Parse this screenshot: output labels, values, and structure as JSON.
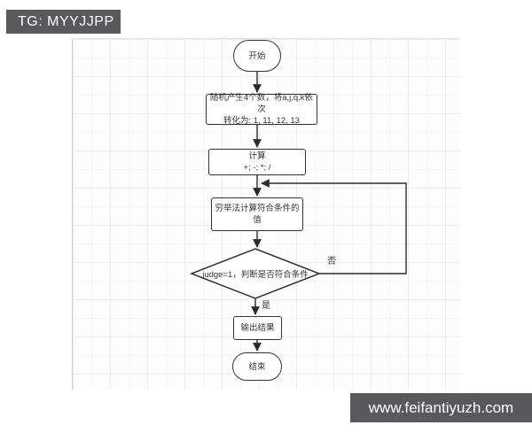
{
  "badge": {
    "label": "TG: MYYJJPP"
  },
  "watermark": {
    "label": "www.feifantiyuzh.com"
  },
  "flowchart": {
    "nodes": [
      {
        "id": "start",
        "type": "terminator",
        "label": "开始"
      },
      {
        "id": "generate",
        "type": "process",
        "line1": "随机产生4个数，将a,j,q,k依次",
        "line2": "转化为: 1, 11, 12, 13"
      },
      {
        "id": "calculate",
        "type": "process",
        "line1": "计算",
        "line2": "+; -; *; /"
      },
      {
        "id": "exhaustive-search",
        "type": "process",
        "label": "穷举法计算符合条件的值"
      },
      {
        "id": "judge",
        "type": "decision",
        "label": "judge=1，判断是否符合条件"
      },
      {
        "id": "output",
        "type": "process",
        "label": "输出结果"
      },
      {
        "id": "end",
        "type": "terminator",
        "label": "结束"
      }
    ],
    "edge_labels": {
      "yes": "是",
      "no": "否"
    }
  },
  "colors": {
    "badge_bg": "#58595b",
    "watermark_bg": "#58595b",
    "line": "#2b2b2b",
    "node_border": "#333333",
    "node_bg": "#ffffff",
    "text": "#333333",
    "grid_line": "#ededed",
    "panel_bg": "#fdfdfd"
  }
}
